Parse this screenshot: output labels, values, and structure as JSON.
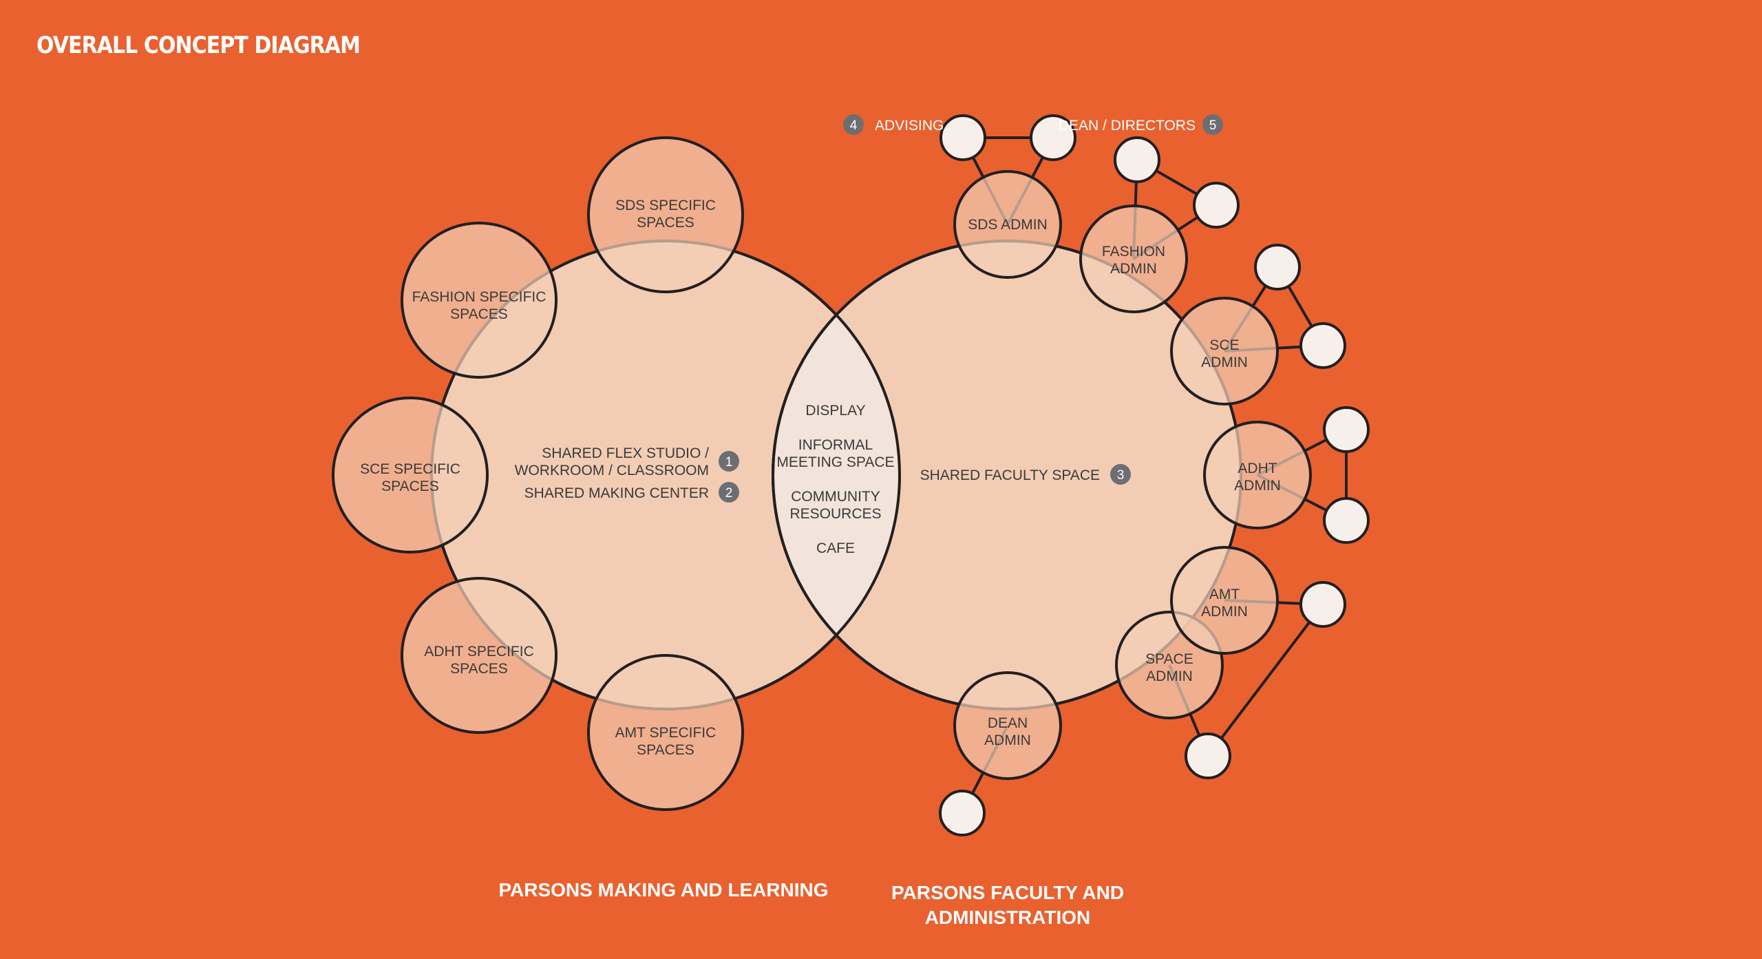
{
  "title": "OVERALL CONCEPT DIAGRAM",
  "colors": {
    "background": "#E9612F",
    "bubble_fill": "#F2CDB4",
    "overlap_fill": "#F2E4DA",
    "node_fill": "#F7F0EA",
    "stroke": "#231F20",
    "badge": "#6D6E71",
    "label_text": "#3A3A3A"
  },
  "groups": {
    "making": {
      "caption": "PARSONS MAKING AND LEARNING",
      "items": [
        {
          "lines": [
            "SHARED FLEX STUDIO /",
            "WORKROOM / CLASSROOM"
          ],
          "badge": "1"
        },
        {
          "lines": [
            "SHARED MAKING CENTER"
          ],
          "badge": "2"
        }
      ],
      "satellites": [
        {
          "id": "sds",
          "lines": [
            "SDS SPECIFIC",
            "SPACES"
          ]
        },
        {
          "id": "fashion",
          "lines": [
            "FASHION SPECIFIC",
            "SPACES"
          ]
        },
        {
          "id": "sce",
          "lines": [
            "SCE SPECIFIC",
            "SPACES"
          ]
        },
        {
          "id": "adht",
          "lines": [
            "ADHT SPECIFIC",
            "SPACES"
          ]
        },
        {
          "id": "amt",
          "lines": [
            "AMT SPECIFIC",
            "SPACES"
          ]
        }
      ]
    },
    "faculty": {
      "caption_lines": [
        "PARSONS FACULTY AND",
        "ADMINISTRATION"
      ],
      "items": [
        {
          "lines": [
            "SHARED FACULTY SPACE"
          ],
          "badge": "3"
        }
      ],
      "satellites": [
        {
          "id": "sds",
          "lines": [
            "SDS ADMIN"
          ]
        },
        {
          "id": "fashion",
          "lines": [
            "FASHION",
            "ADMIN"
          ]
        },
        {
          "id": "sce",
          "lines": [
            "SCE",
            "ADMIN"
          ]
        },
        {
          "id": "adht",
          "lines": [
            "ADHT",
            "ADMIN"
          ]
        },
        {
          "id": "amt",
          "lines": [
            "AMT",
            "ADMIN"
          ]
        },
        {
          "id": "space",
          "lines": [
            "SPACE",
            "ADMIN"
          ]
        },
        {
          "id": "dean",
          "lines": [
            "DEAN",
            "ADMIN"
          ]
        }
      ]
    },
    "shared_overlap": {
      "items": [
        {
          "lines": [
            "DISPLAY"
          ]
        },
        {
          "lines": [
            "INFORMAL",
            "MEETING SPACE"
          ]
        },
        {
          "lines": [
            "COMMUNITY",
            "RESOURCES"
          ]
        },
        {
          "lines": [
            "CAFE"
          ]
        }
      ]
    }
  },
  "callouts": [
    {
      "badge": "4",
      "label": "ADVISING"
    },
    {
      "badge": "5",
      "label": "DEAN / DIRECTORS"
    }
  ]
}
